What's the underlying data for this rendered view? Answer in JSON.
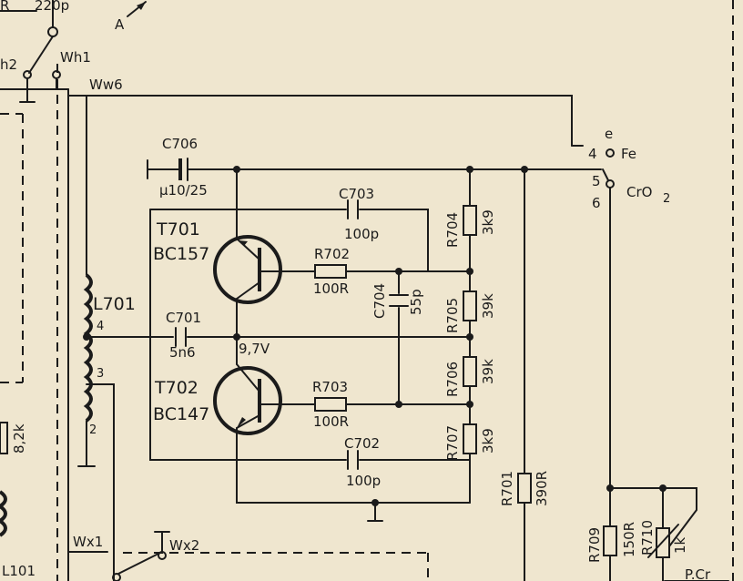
{
  "labels": {
    "top_fragment_r": "R",
    "top_fragment_cap": "220p",
    "wh1": "Wh1",
    "wh2": "h2",
    "arrow_a": "A",
    "ww6": "Ww6",
    "c706": "C706",
    "c706_value": "µ10/25",
    "t701": "T701",
    "t701_type": "BC157",
    "t702": "T702",
    "t702_type": "BC147",
    "c703": "C703",
    "c703_value": "100p",
    "c702": "C702",
    "c702_value": "100p",
    "r702": "R702",
    "r702_value": "100R",
    "r703": "R703",
    "r703_value": "100R",
    "c704": "C704",
    "c704_value": "55p",
    "c701": "C701",
    "c701_value": "5n6",
    "voltage": "9,7V",
    "l701": "L701",
    "tap4": "4",
    "tap3": "3",
    "tap2": "2",
    "r704": "R704",
    "r704_value": "3k9",
    "r705": "R705",
    "r705_value": "39k",
    "r706": "R706",
    "r706_value": "39k",
    "r707": "R707",
    "r707_value": "3k9",
    "r701": "R701",
    "r701_value": "390R",
    "r709": "R709",
    "r709_value": "150R",
    "r710": "R710",
    "r710_value": "1k",
    "switch_e": "e",
    "switch_4": "4",
    "switch_fe": "Fe",
    "switch_5": "5",
    "switch_6": "6",
    "switch_cro2": "CrO",
    "switch_cro2_sub": "2",
    "left_r": "8,2k",
    "l101": "L101",
    "wx1": "Wx1",
    "wx2": "Wx2",
    "pcr": "P.Cr"
  }
}
